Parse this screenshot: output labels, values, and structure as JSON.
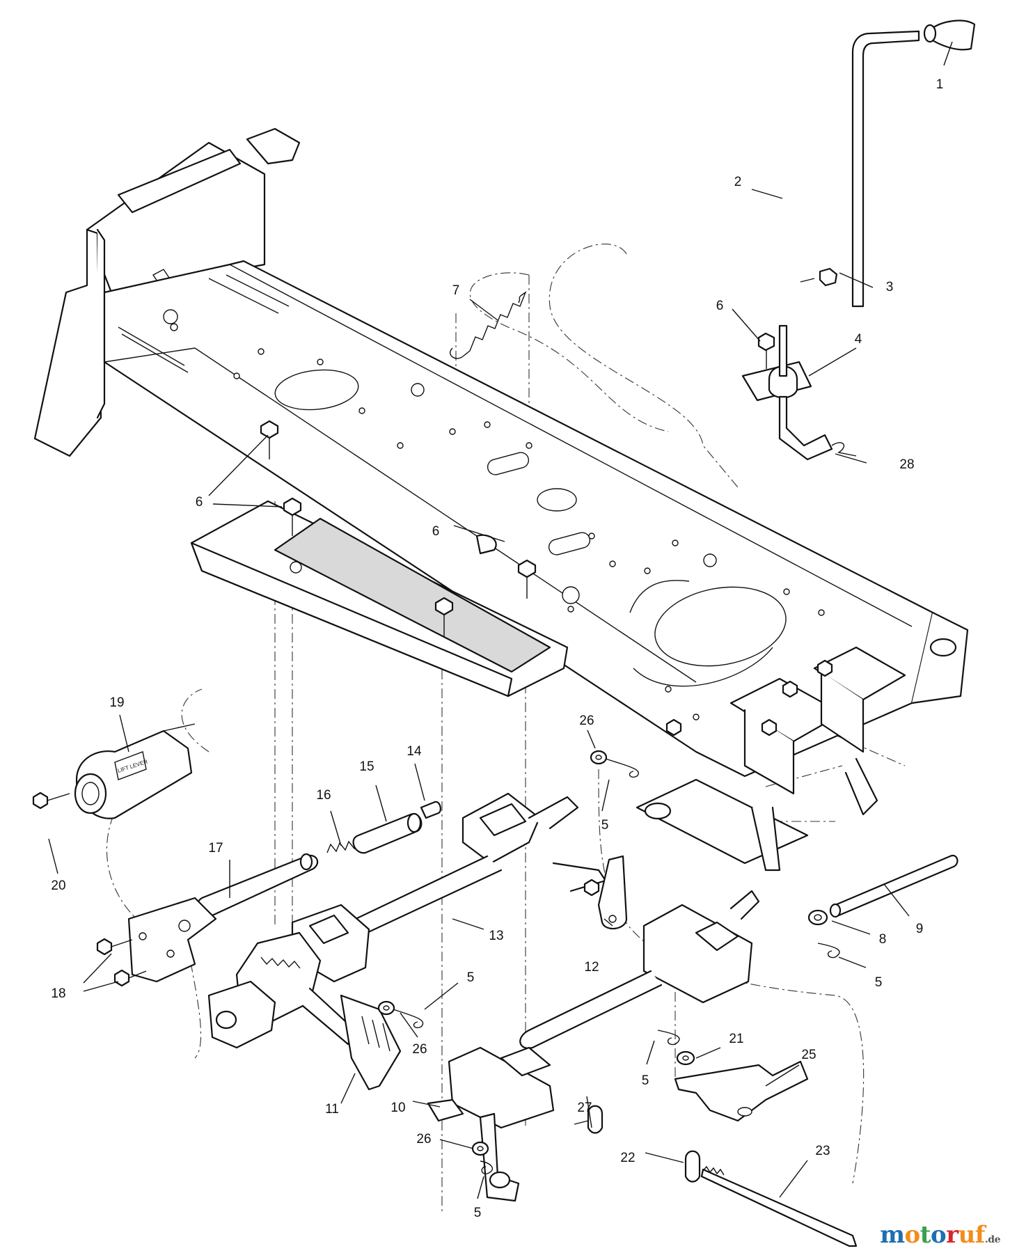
{
  "callouts": [
    {
      "num": "1"
    },
    {
      "num": "2"
    },
    {
      "num": "3"
    },
    {
      "num": "4"
    },
    {
      "num": "5"
    },
    {
      "num": "6"
    },
    {
      "num": "7"
    },
    {
      "num": "8"
    },
    {
      "num": "9"
    },
    {
      "num": "10"
    },
    {
      "num": "11"
    },
    {
      "num": "12"
    },
    {
      "num": "13"
    },
    {
      "num": "14"
    },
    {
      "num": "15"
    },
    {
      "num": "16"
    },
    {
      "num": "17"
    },
    {
      "num": "18"
    },
    {
      "num": "19"
    },
    {
      "num": "20"
    },
    {
      "num": "21"
    },
    {
      "num": "22"
    },
    {
      "num": "23"
    },
    {
      "num": "25"
    },
    {
      "num": "26"
    },
    {
      "num": "27"
    },
    {
      "num": "28"
    }
  ],
  "decal_text": "LIFT LEVER",
  "watermark": {
    "brand": "motoruf",
    "tld": ".de"
  }
}
